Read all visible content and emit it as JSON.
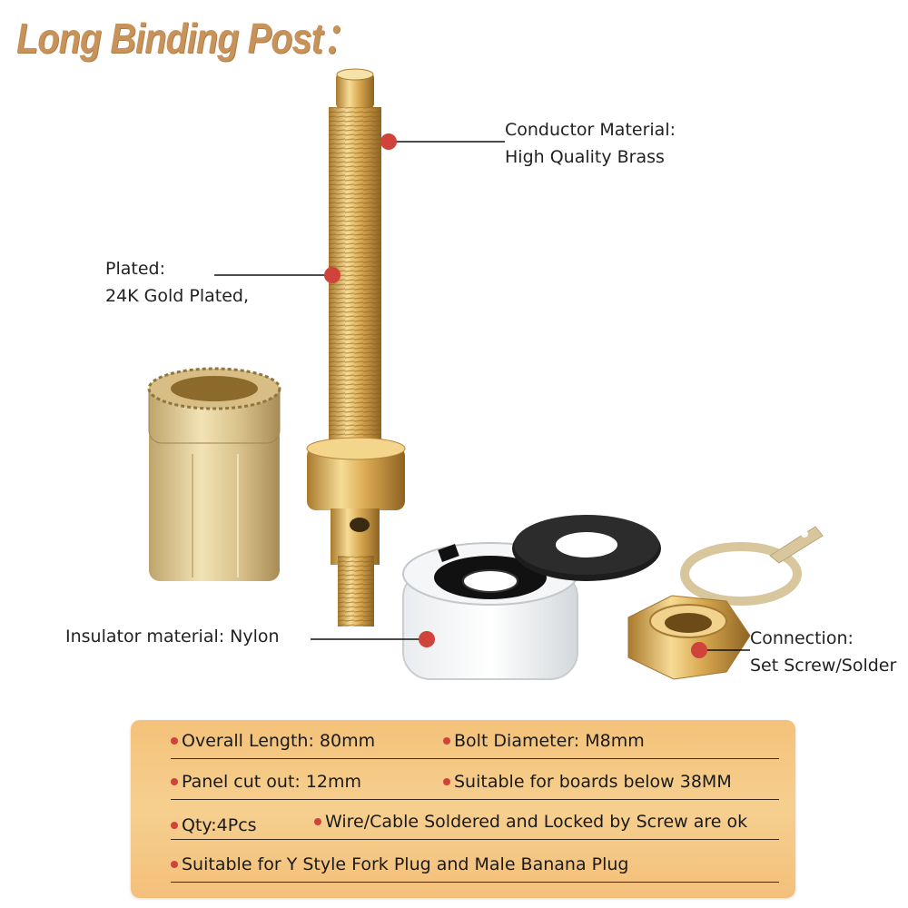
{
  "title": "Long Binding Post：",
  "callouts": {
    "conductor": {
      "line1": "Conductor Material:",
      "line2": "High Quality Brass"
    },
    "plated": {
      "line1": "Plated:",
      "line2": "24K Gold Plated,"
    },
    "insulator": {
      "line1": "Insulator material: Nylon"
    },
    "connection": {
      "line1": "Connection:",
      "line2": "Set Screw/Solder"
    }
  },
  "specs": {
    "overall_length": "Overall Length: 80mm",
    "bolt_diameter": "Bolt Diameter: M8mm",
    "panel_cut_out": "Panel cut out: 12mm",
    "boards": "Suitable for boards below 38MM",
    "qty": "Qty:4Pcs",
    "wire": "Wire/Cable Soldered and Locked by Screw are ok",
    "plugs": "Suitable for Y Style Fork Plug and Male Banana Plug"
  },
  "colors": {
    "title": "#c8935a",
    "marker": "#d0433a",
    "panel": "#f5c887",
    "gold": "#d9b46a"
  }
}
